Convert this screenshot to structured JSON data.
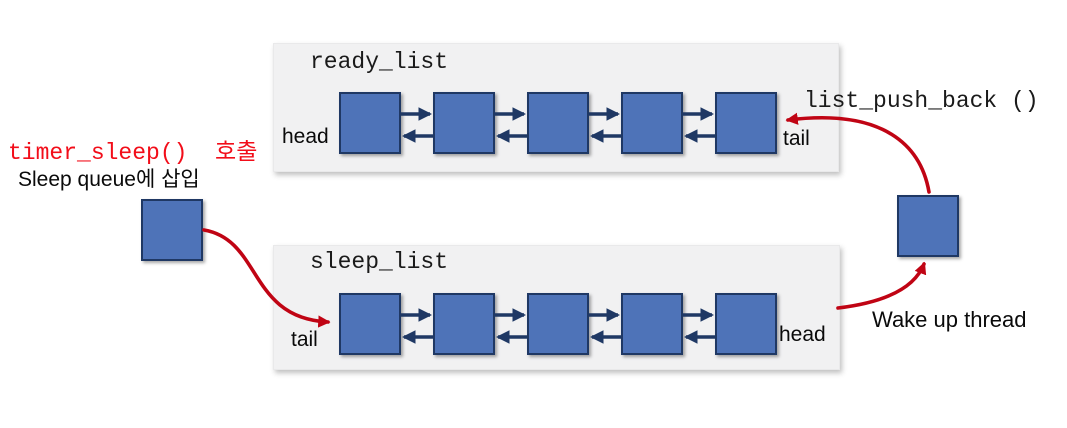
{
  "diagram": {
    "ready_list": {
      "title": "ready_list",
      "head_label": "head",
      "tail_label": "tail",
      "node_count": 5
    },
    "sleep_list": {
      "title": "sleep_list",
      "head_label": "head",
      "tail_label": "tail",
      "node_count": 5
    },
    "annotations": {
      "timer_sleep_call": "timer_sleep()  호출",
      "sleep_queue_insert": "Sleep queue에 삽입",
      "list_push_back": "list_push_back ()",
      "wake_up_thread": "Wake up thread"
    },
    "colors": {
      "node_fill": "#4e73b8",
      "node_border": "#1f3864",
      "link_arrow": "#1f3864",
      "flow_arrow": "#c00414",
      "highlight_text": "#f20d19",
      "panel_bg": "#f1f1f2",
      "text": "#111111"
    }
  }
}
